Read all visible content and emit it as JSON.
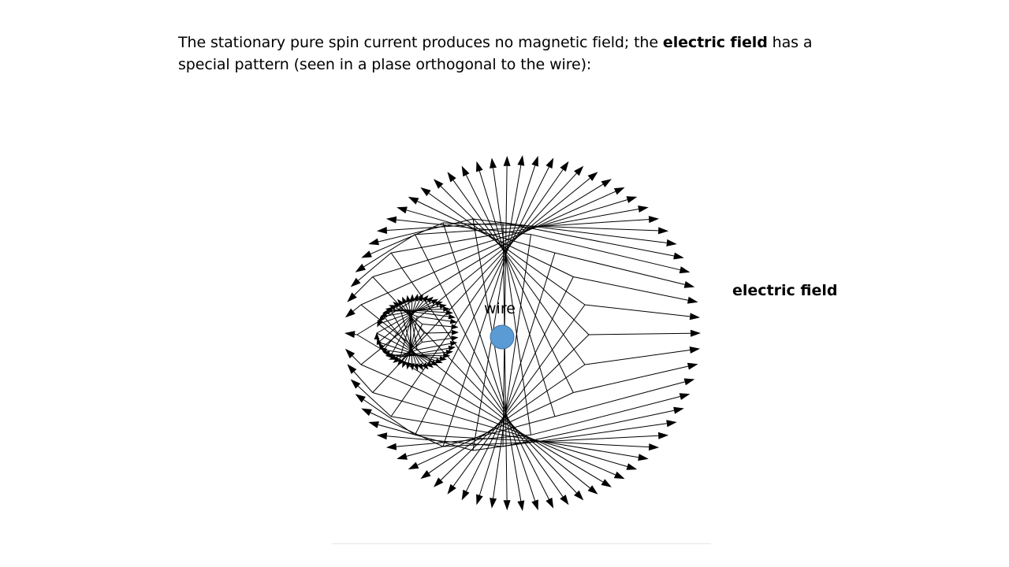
{
  "caption": {
    "part1": "The stationary pure spin current produces no magnetic field; the ",
    "bold": "electric field",
    "part2": " has a special pattern (seen in a plase orthogonal to the wire):"
  },
  "labels": {
    "electric_field": "electric field",
    "wire": "wire"
  },
  "colors": {
    "arrow": "#000000",
    "wire_fill": "#5b9bd5",
    "wire_stroke": "#41719c"
  }
}
